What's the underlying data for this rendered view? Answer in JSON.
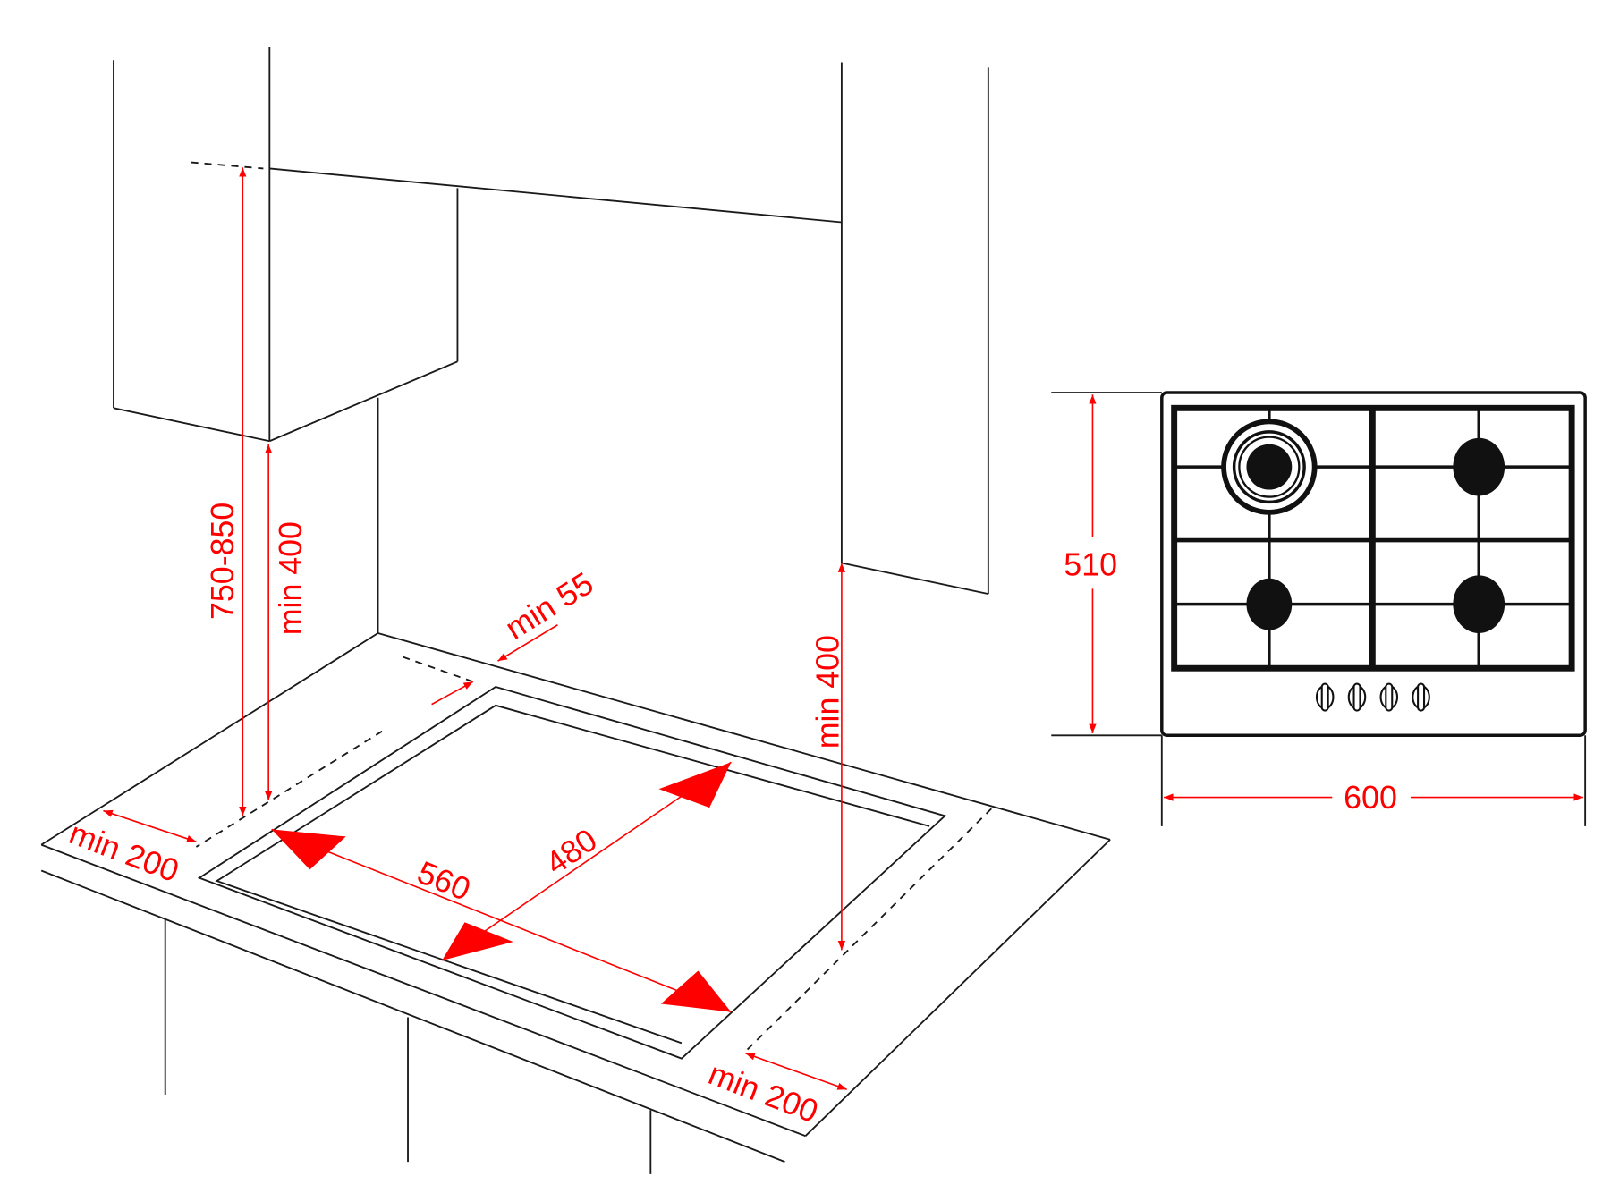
{
  "title": "Gas hob installation dimensions diagram",
  "colors": {
    "dimension": "#ff0000",
    "line": "#1a1a1a"
  },
  "labels": {
    "height_hood": "750-850",
    "min_400_left": "min 400",
    "min_400_right": "min 400",
    "min_55": "min 55",
    "min_200_left": "min 200",
    "min_200_right": "min 200",
    "cutout_width": "560",
    "cutout_depth": "480",
    "hob_depth": "510",
    "hob_width": "600"
  }
}
